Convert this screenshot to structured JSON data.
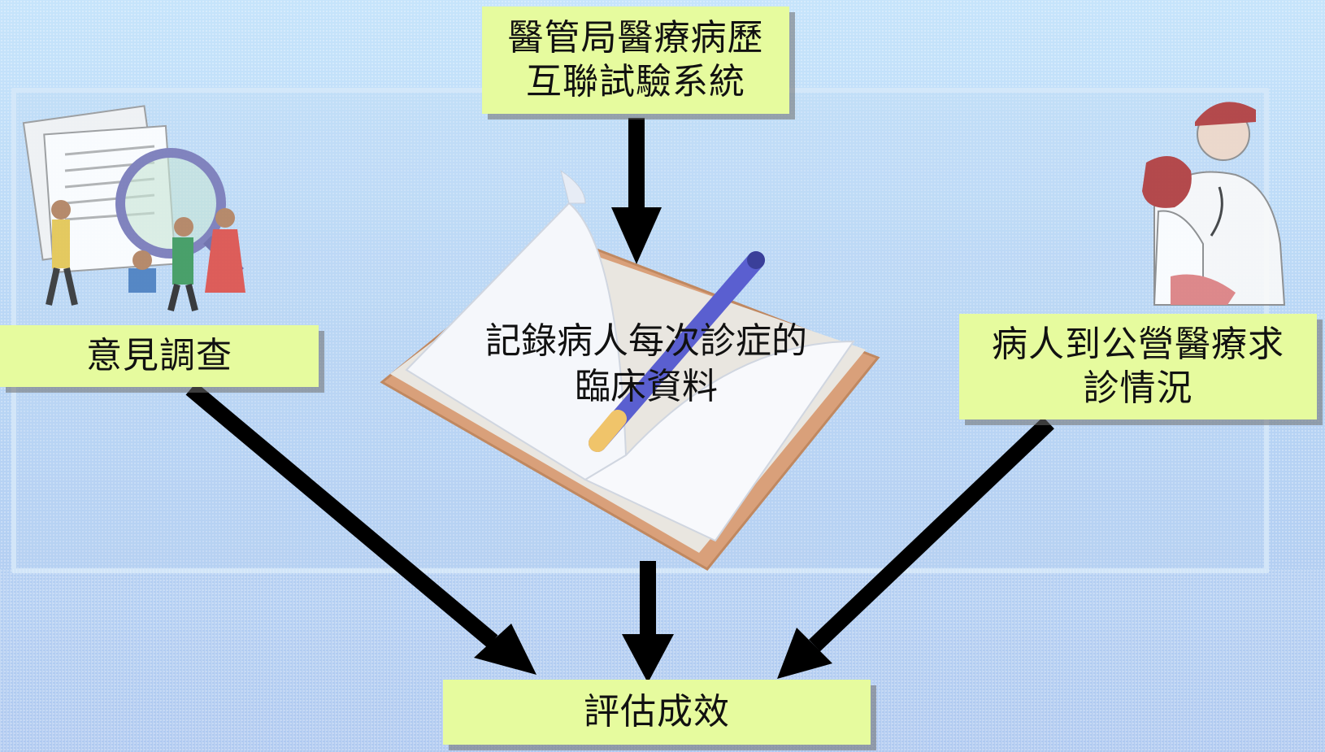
{
  "nodes": {
    "top_line1": "醫管局醫療病歷",
    "top_line2": "互聯試驗系統",
    "left": "意見調查",
    "center_line1": "記錄病人每次診症的",
    "center_line2": "臨床資料",
    "right_line1": "病人到公營醫療求",
    "right_line2": "診情況",
    "bottom": "評估成效"
  },
  "colors": {
    "box_fill": "#e6fb9e",
    "arrow": "#000000",
    "background": "#c6e4fb"
  },
  "icons": {
    "left_illustration": "people-magnifier-clipart",
    "center_illustration": "open-book-with-pen-clipart",
    "right_illustration": "doctor-patient-clipart"
  }
}
